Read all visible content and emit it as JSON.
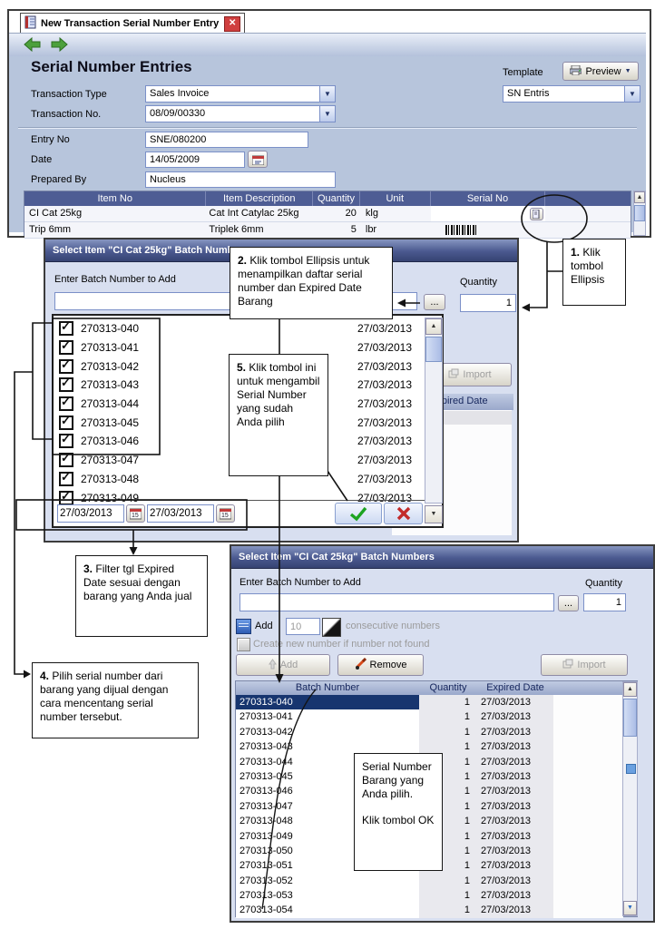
{
  "window": {
    "tab_title": "New Transaction Serial Number Entry",
    "heading": "Serial Number Entries",
    "template_label": "Template",
    "preview_label": "Preview",
    "template_value": "SN Entris",
    "transaction_type_label": "Transaction Type",
    "transaction_type_value": "Sales Invoice",
    "transaction_no_label": "Transaction No.",
    "transaction_no_value": "08/09/00330",
    "entry_no_label": "Entry No",
    "entry_no_value": "SNE/080200",
    "date_label": "Date",
    "date_value": "14/05/2009",
    "prepared_by_label": "Prepared By",
    "prepared_by_value": "Nucleus",
    "grid": {
      "col_item_no": "Item No",
      "col_item_description": "Item Description",
      "col_quantity": "Quantity",
      "col_unit": "Unit",
      "col_serial_no": "Serial No",
      "rows": [
        {
          "item_no": "CI Cat 25kg",
          "description": "Cat Int Catylac 25kg",
          "quantity": "20",
          "unit": "klg"
        },
        {
          "item_no": "Trip 6mm",
          "description": "Triplek 6mm",
          "quantity": "5",
          "unit": "lbr"
        }
      ]
    }
  },
  "select_dialog": {
    "title": "Select Item \"CI Cat 25kg\" Batch Numbers",
    "enter_label": "Enter Batch Number to Add",
    "quantity_label": "Quantity",
    "quantity_value": "1",
    "ellipsis_label": "...",
    "import_label": "Import",
    "expired_header": "Expired Date"
  },
  "popup": {
    "rows": [
      {
        "sn": "270313-040",
        "date": "27/03/2013"
      },
      {
        "sn": "270313-041",
        "date": "27/03/2013"
      },
      {
        "sn": "270313-042",
        "date": "27/03/2013"
      },
      {
        "sn": "270313-043",
        "date": "27/03/2013"
      },
      {
        "sn": "270313-044",
        "date": "27/03/2013"
      },
      {
        "sn": "270313-045",
        "date": "27/03/2013"
      },
      {
        "sn": "270313-046",
        "date": "27/03/2013"
      },
      {
        "sn": "270313-047",
        "date": "27/03/2013"
      },
      {
        "sn": "270313-048",
        "date": "27/03/2013"
      },
      {
        "sn": "270313-049",
        "date": "27/03/2013"
      }
    ],
    "filter_date_from": "27/03/2013",
    "filter_date_to": "27/03/2013",
    "calendar_label": "15"
  },
  "batch_dialog": {
    "title": "Select Item \"CI Cat 25kg\" Batch Numbers",
    "enter_label": "Enter Batch Number to Add",
    "quantity_label": "Quantity",
    "quantity_value": "1",
    "ellipsis_label": "...",
    "add_check_label": "Add",
    "consecutive_value": "10",
    "consecutive_label": "consecutive numbers",
    "create_label": "Create new number if number not found",
    "add_button": "Add",
    "remove_button": "Remove",
    "import_button": "Import",
    "table": {
      "col_batch": "Batch Number",
      "col_quantity": "Quantity",
      "col_expired": "Expired Date",
      "rows": [
        {
          "batch": "270313-040",
          "qty": "1",
          "date": "27/03/2013"
        },
        {
          "batch": "270313-041",
          "qty": "1",
          "date": "27/03/2013"
        },
        {
          "batch": "270313-042",
          "qty": "1",
          "date": "27/03/2013"
        },
        {
          "batch": "270313-043",
          "qty": "1",
          "date": "27/03/2013"
        },
        {
          "batch": "270313-044",
          "qty": "1",
          "date": "27/03/2013"
        },
        {
          "batch": "270313-045",
          "qty": "1",
          "date": "27/03/2013"
        },
        {
          "batch": "270313-046",
          "qty": "1",
          "date": "27/03/2013"
        },
        {
          "batch": "270313-047",
          "qty": "1",
          "date": "27/03/2013"
        },
        {
          "batch": "270313-048",
          "qty": "1",
          "date": "27/03/2013"
        },
        {
          "batch": "270313-049",
          "qty": "1",
          "date": "27/03/2013"
        },
        {
          "batch": "270313-050",
          "qty": "1",
          "date": "27/03/2013"
        },
        {
          "batch": "270313-051",
          "qty": "1",
          "date": "27/03/2013"
        },
        {
          "batch": "270313-052",
          "qty": "1",
          "date": "27/03/2013"
        },
        {
          "batch": "270313-053",
          "qty": "1",
          "date": "27/03/2013"
        },
        {
          "batch": "270313-054",
          "qty": "1",
          "date": "27/03/2013"
        }
      ]
    }
  },
  "callouts": {
    "c1": {
      "num": "1.",
      "text": "Klik tombol Ellipsis"
    },
    "c2": {
      "num": "2.",
      "text": "Klik tombol Ellipsis untuk menampilkan daftar serial number dan Expired Date Barang"
    },
    "c3": {
      "num": "3.",
      "text": "Filter tgl Expired Date sesuai dengan barang yang Anda jual"
    },
    "c4": {
      "num": "4.",
      "text": "Pilih serial number dari barang yang dijual dengan cara mencentang serial number tersebut."
    },
    "c5": {
      "num": "5.",
      "text": "Klik tombol ini untuk mengambil Serial Number yang sudah Anda pilih"
    },
    "ok": {
      "line1": "Serial Number Barang yang Anda pilih.",
      "line2": "Klik tombol OK"
    }
  }
}
